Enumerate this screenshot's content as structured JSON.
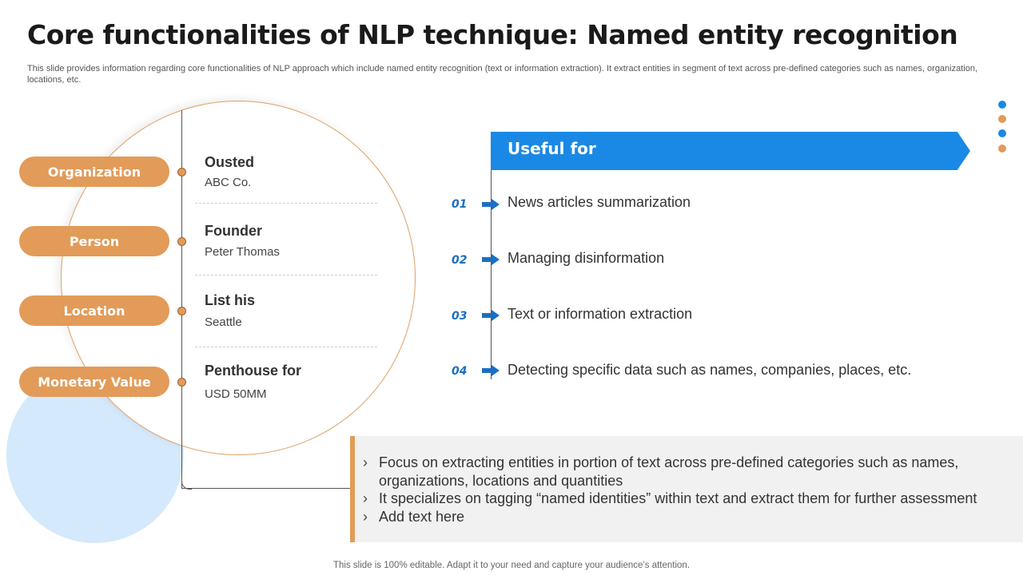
{
  "title": "Core functionalities of NLP technique: Named entity recognition",
  "subtitle": "This slide provides information regarding core functionalities of NLP approach which include named entity recognition (text or information extraction). It extract entities in segment of text across pre-defined categories such as names, organization, locations, etc.",
  "entities": [
    {
      "category": "Organization",
      "heading": "Ousted",
      "value": "ABC Co."
    },
    {
      "category": "Person",
      "heading": "Founder",
      "value": "Peter Thomas"
    },
    {
      "category": "Location",
      "heading": "List his",
      "value": "Seattle"
    },
    {
      "category": "Monetary Value",
      "heading": "Penthouse for",
      "value": "USD 50MM"
    }
  ],
  "useful_for": {
    "title": "Useful for",
    "items": [
      {
        "num": "01",
        "text": "News articles summarization"
      },
      {
        "num": "02",
        "text": "Managing disinformation"
      },
      {
        "num": "03",
        "text": "Text or information extraction"
      },
      {
        "num": "04",
        "text": "Detecting specific data such as names, companies, places, etc."
      }
    ]
  },
  "notes": [
    "Focus on extracting entities in portion of text across pre-defined categories such as names, organizations, locations and quantities",
    "It specializes on tagging “named identities” within text and extract them for further assessment",
    "Add text here"
  ],
  "footer": "This slide is 100% editable. Adapt it to your need and capture your audience’s attention.",
  "colors": {
    "accent_orange": "#e29b58",
    "accent_blue": "#1a89e5",
    "light_blue": "#d4e9fb"
  },
  "icons": {
    "bullet": "chevron-right-icon",
    "list_marker": "arrow-right-icon"
  }
}
